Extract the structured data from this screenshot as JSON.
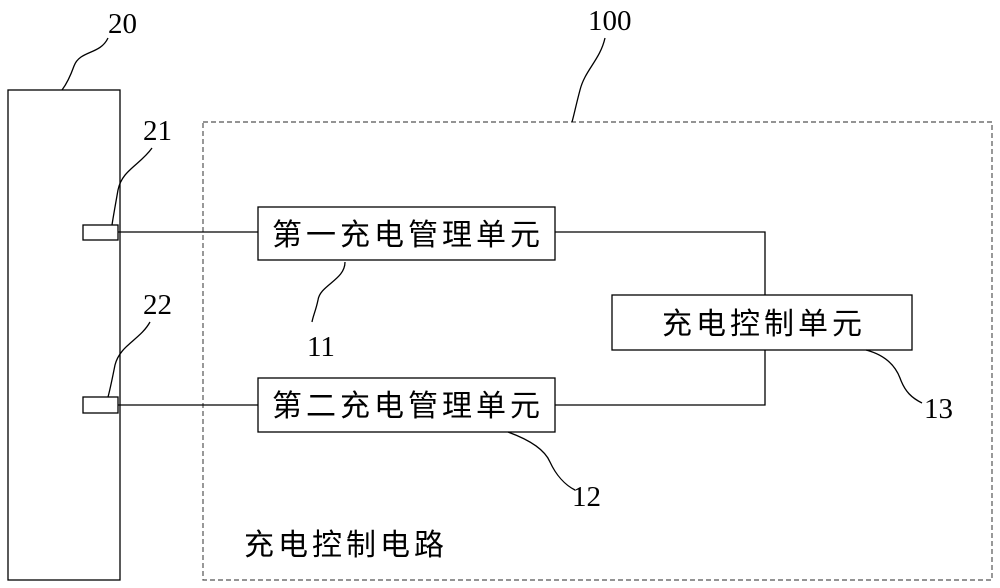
{
  "labels": {
    "device": "20",
    "port_1": "21",
    "port_2": "22",
    "circuit": "100",
    "unit_1": "11",
    "unit_2": "12",
    "unit_3": "13"
  },
  "boxes": {
    "first_unit": "第一充电管理单元",
    "second_unit": "第二充电管理单元",
    "control_unit": "充电控制单元"
  },
  "circuit_caption": "充电控制电路",
  "colors": {
    "stroke": "#000000",
    "dashed_border": "#555555",
    "background": "#ffffff"
  }
}
